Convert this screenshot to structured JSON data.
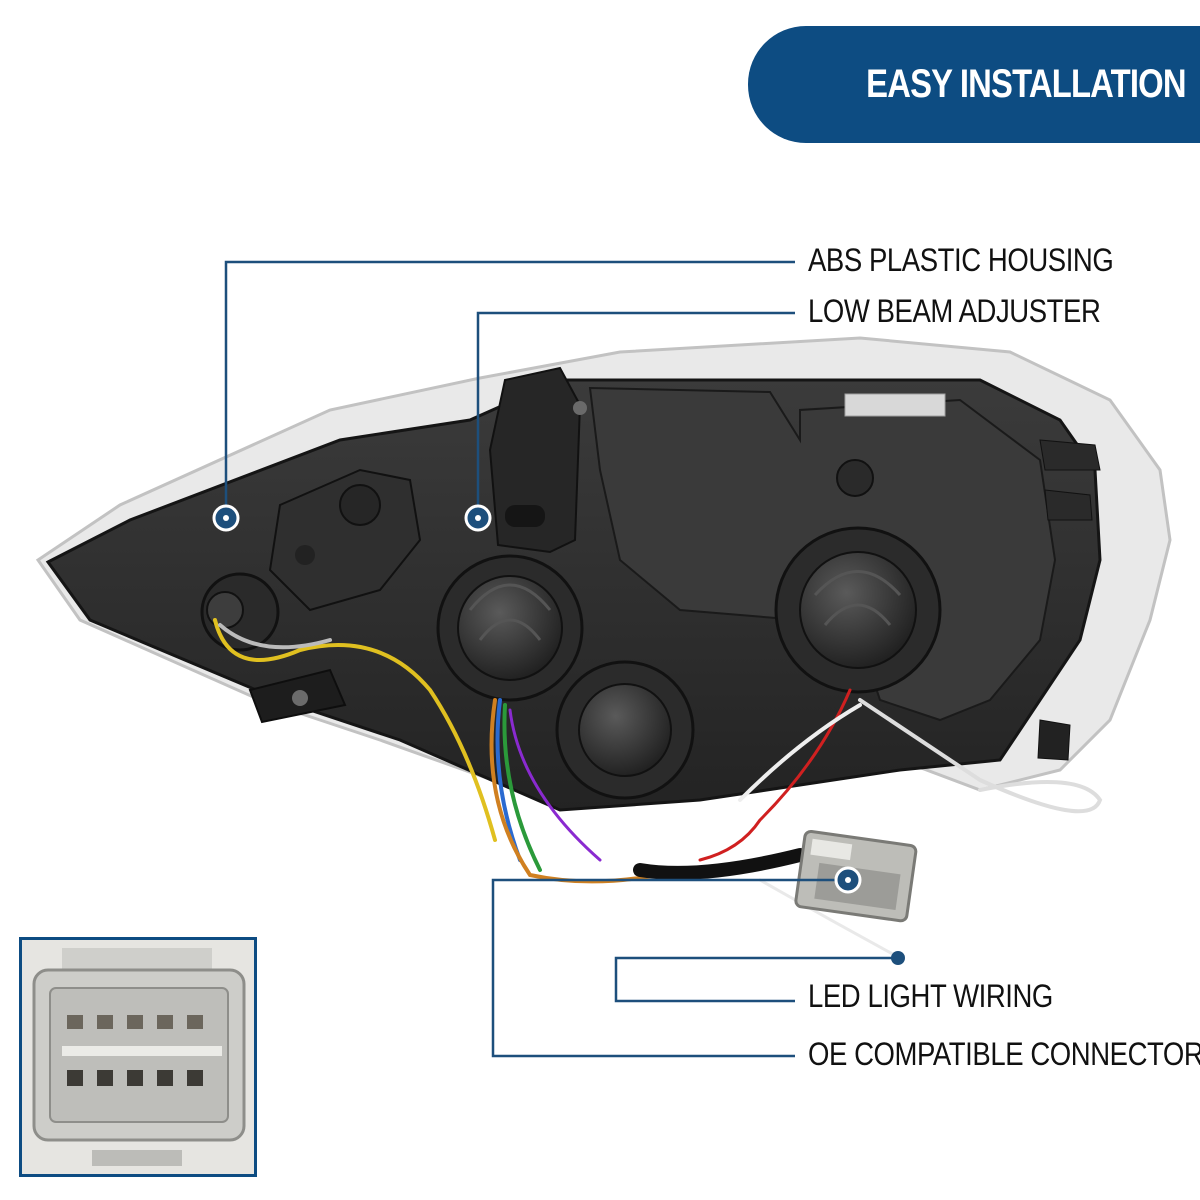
{
  "banner": {
    "title": "EASY INSTALLATION"
  },
  "callouts": {
    "housing": "ABS PLASTIC HOUSING",
    "adjuster": "LOW BEAM ADJUSTER",
    "wiring": "LED LIGHT WIRING",
    "connector": "OE COMPATIBLE CONNECTOR"
  },
  "colors": {
    "accent": "#0d4c82",
    "callout_line": "#1d4f7c"
  }
}
